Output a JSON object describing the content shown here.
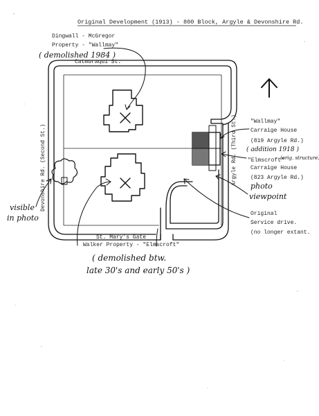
{
  "title": "Original Development (1913) - 800 Block, Argyle & Devonshire Rd.",
  "streets": {
    "top": "Catmuraqui St.",
    "bottom": "St. Mary's Gate",
    "left": "Devonshire Rd. (Second St.)",
    "right": "Argyle Rd. (Third St.)"
  },
  "labels": {
    "wallmay_owner_line1": "Dingwall - McGregor",
    "wallmay_owner_line2": "Property - \"Wallmay\"",
    "wallmay_demolished": "( demolished 1984 )",
    "carriage_wallmay_1": "\"Wallmay\"",
    "carriage_wallmay_2": "Carraige House",
    "carriage_wallmay_3": "(819 Argyle Rd.)",
    "carriage_wallmay_addition": "( addition 1918 )",
    "carriage_elmscroft_1": "\"Elmscroft\"",
    "carriage_elmscroft_orig": "(orig. structure)",
    "carriage_elmscroft_2": "Carraige House",
    "carriage_elmscroft_3": "(823 Argyle Rd.)",
    "photo_1": "photo",
    "photo_2": "viewpoint",
    "service_1": "Original",
    "service_2": "Service drive.",
    "service_3": "(no longer extant.",
    "visible_1": "visible",
    "visible_2": "in photo",
    "walker_owner": "Walker Property - \"Elmscroft\"",
    "elmscroft_dem_1": "( demolished btw.",
    "elmscroft_dem_2": "late 30's and early 50's )"
  }
}
